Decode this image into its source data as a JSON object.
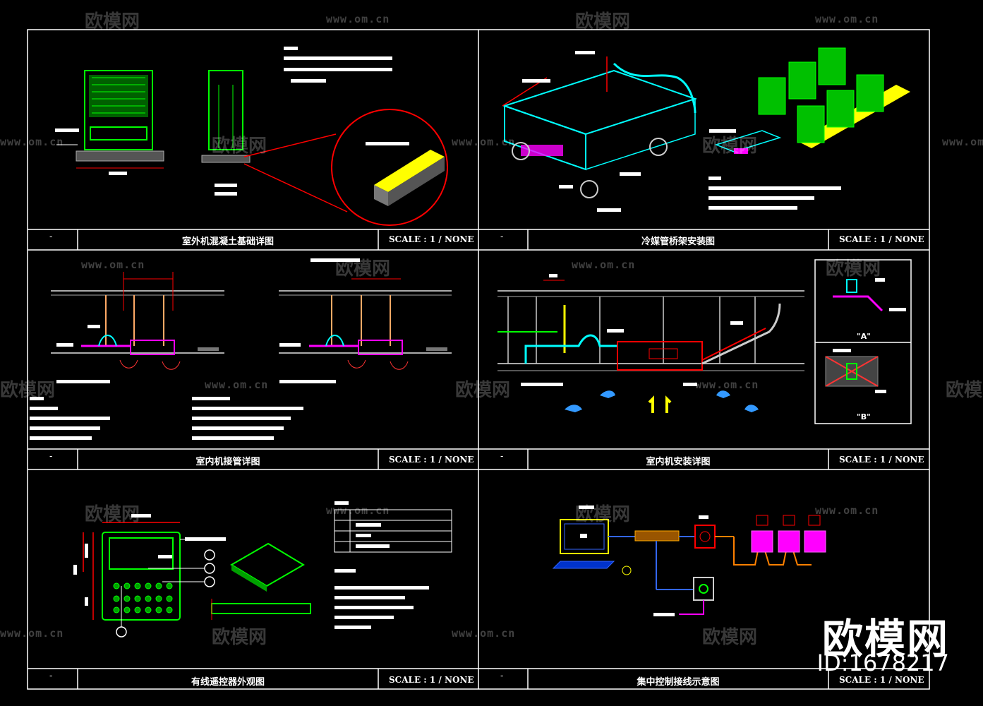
{
  "panels": [
    {
      "num": "-",
      "title": "室外机混凝土基础详图",
      "scale": "SCALE : 1 / NONE"
    },
    {
      "num": "-",
      "title": "冷媒管桥架安装图",
      "scale": "SCALE : 1 / NONE"
    },
    {
      "num": "-",
      "title": "室内机接管详图",
      "scale": "SCALE : 1 / NONE"
    },
    {
      "num": "-",
      "title": "室内机安装详图",
      "scale": "SCALE : 1 / NONE"
    },
    {
      "num": "-",
      "title": "有线遥控器外观图",
      "scale": "SCALE : 1 / NONE"
    },
    {
      "num": "-",
      "title": "集中控制接线示意图",
      "scale": "SCALE : 1 / NONE"
    }
  ],
  "detail_labels": {
    "a": "\"A\"",
    "b": "\"B\""
  },
  "watermark": {
    "logo": "欧模网",
    "url": "www.om.cn"
  },
  "brand": {
    "name": "欧模网",
    "id": "ID:1678217"
  },
  "colors": {
    "frame": "#ffffff",
    "green": "#00ff00",
    "magenta": "#ff00ff",
    "cyan": "#00ffff",
    "yellow": "#ffff00",
    "red": "#ff0000",
    "blue": "#0080ff",
    "orange": "#ff8000"
  }
}
